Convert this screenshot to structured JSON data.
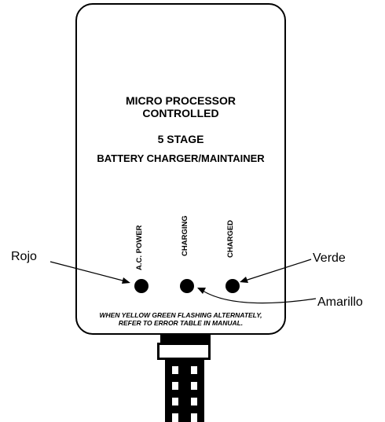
{
  "device": {
    "title_line1": "MICRO PROCESSOR",
    "title_line2": "CONTROLLED",
    "title_line3": "5 STAGE",
    "title_line4": "BATTERY CHARGER/MAINTAINER",
    "warning_line1": "WHEN YELLOW GREEN FLASHING ALTERNATELY,",
    "warning_line2": "REFER TO ERROR TABLE IN MANUAL."
  },
  "leds": [
    {
      "label": "A.C. POWER",
      "callout": "Rojo"
    },
    {
      "label": "CHARGING",
      "callout": "Amarillo"
    },
    {
      "label": "CHARGED",
      "callout": "Verde"
    }
  ]
}
